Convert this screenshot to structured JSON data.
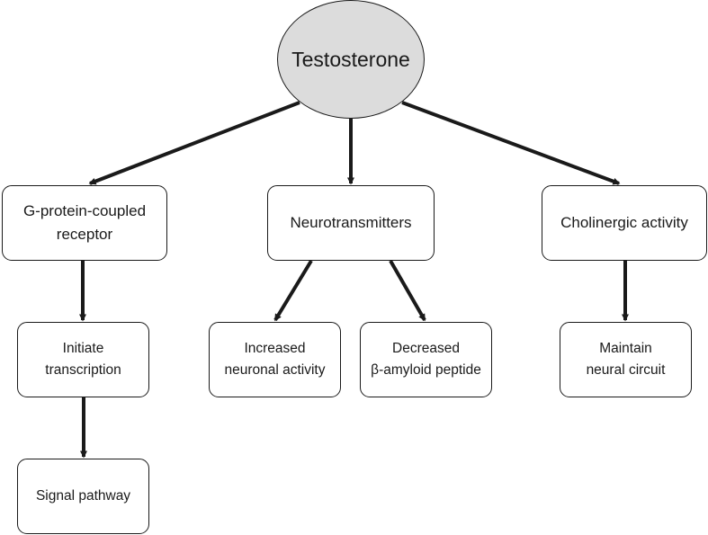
{
  "root": {
    "label": "Testosterone",
    "fill": "#dcdcdc"
  },
  "level1": [
    {
      "id": "gpcr",
      "label": "G-protein-coupled\nreceptor"
    },
    {
      "id": "neuro",
      "label": "Neurotransmitters"
    },
    {
      "id": "chol",
      "label": "Cholinergic activity"
    }
  ],
  "level2": [
    {
      "id": "init",
      "label": "Initiate\ntranscription",
      "parent": "gpcr"
    },
    {
      "id": "incr",
      "label": "Increased\nneuronal activity",
      "parent": "neuro"
    },
    {
      "id": "decr",
      "label": "Decreased\nβ-amyloid peptide",
      "parent": "neuro"
    },
    {
      "id": "maint",
      "label": "Maintain\nneural circuit",
      "parent": "chol"
    }
  ],
  "level3": [
    {
      "id": "signal",
      "label": "Signal pathway",
      "parent": "init"
    }
  ],
  "edges": [
    {
      "from": "Testosterone",
      "to": "G-protein-coupled receptor"
    },
    {
      "from": "Testosterone",
      "to": "Neurotransmitters"
    },
    {
      "from": "Testosterone",
      "to": "Cholinergic activity"
    },
    {
      "from": "G-protein-coupled receptor",
      "to": "Initiate transcription"
    },
    {
      "from": "Neurotransmitters",
      "to": "Increased neuronal activity"
    },
    {
      "from": "Neurotransmitters",
      "to": "Decreased β-amyloid peptide"
    },
    {
      "from": "Cholinergic activity",
      "to": "Maintain neural circuit"
    },
    {
      "from": "Initiate transcription",
      "to": "Signal pathway"
    }
  ],
  "colors": {
    "stroke": "#1a1a1a",
    "background": "#ffffff"
  }
}
